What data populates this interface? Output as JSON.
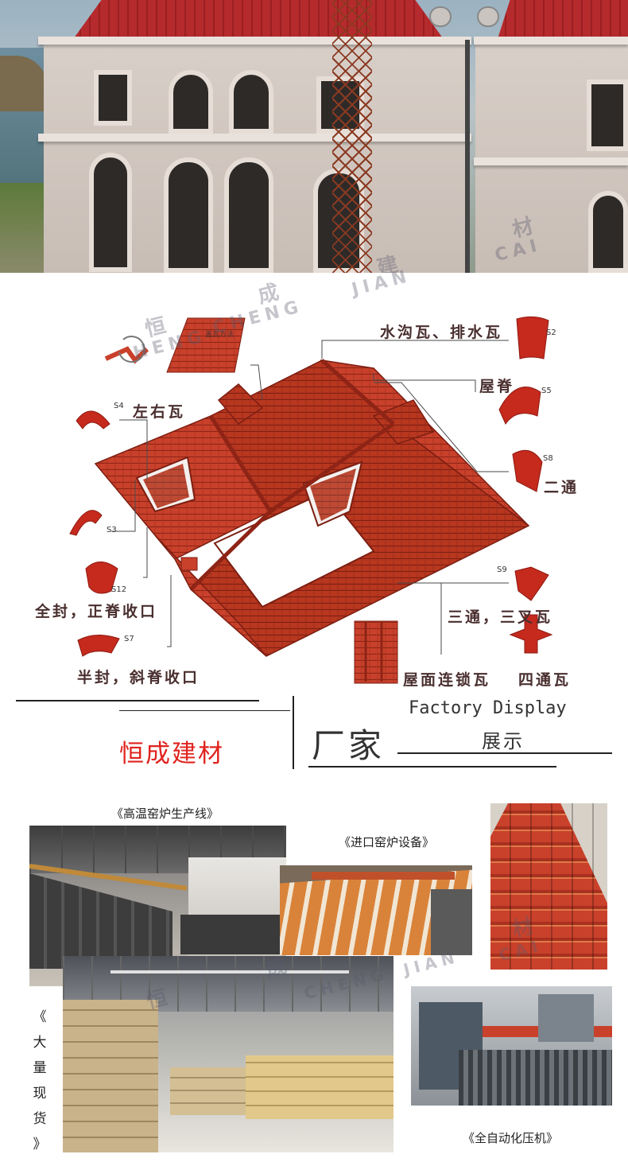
{
  "diagram": {
    "method_caption": "盖瓦方法",
    "labels": {
      "gutter": "水沟瓦、排水瓦",
      "ridge": "屋脊",
      "two_way": "二通",
      "side": "左右瓦",
      "full_seal": "全封，正脊收口",
      "three_way": "三通，三叉瓦",
      "half_seal": "半封，斜脊收口",
      "interlock": "屋面连锁瓦",
      "four_way": "四通瓦"
    },
    "codes": {
      "s2": "S2",
      "s5": "S5",
      "s8": "S8",
      "s4": "S4",
      "s3": "S3",
      "s12": "S12",
      "s9": "S9",
      "s7": "S7"
    }
  },
  "watermark": {
    "cn_1": "恒",
    "cn_2": "成",
    "cn_3": "建",
    "cn_4": "材",
    "en_1": "HENG",
    "en_2": "CHENG",
    "en_3": "JIAN",
    "en_4": "CAI"
  },
  "factory_header": {
    "brand": "恒成建材",
    "title_cn": "厂家",
    "title_en": "Factory Display",
    "title_cn2": "展示"
  },
  "factory": {
    "kiln_line": "《高温窑炉生产线》",
    "imported_kiln": "《进口窑炉设备》",
    "stock": [
      "《",
      "大",
      "量",
      "现",
      "货",
      "》"
    ],
    "press": "《全自动化压机》"
  },
  "colors": {
    "brand_red": "#e0231d",
    "tile_red": "#c9412b",
    "text_dark": "#4a2f2f"
  }
}
